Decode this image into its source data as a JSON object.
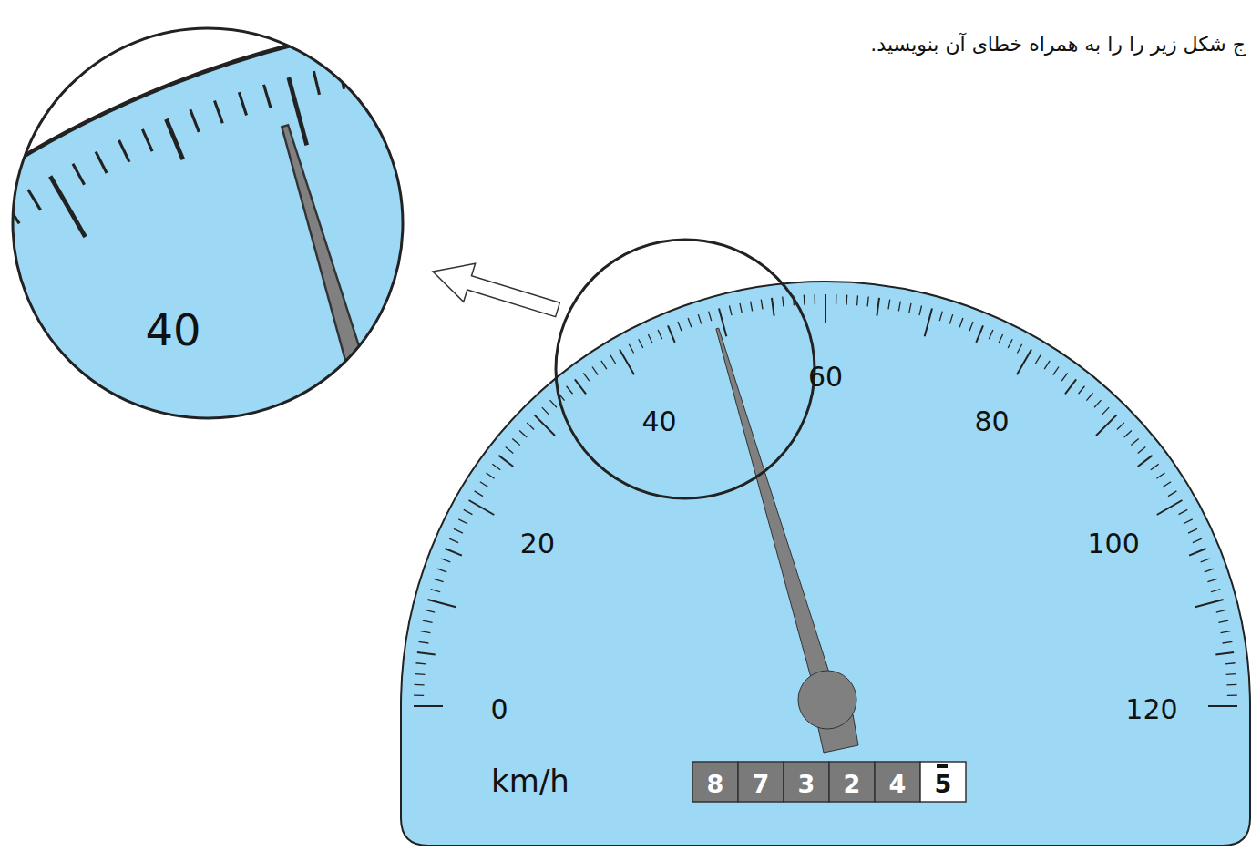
{
  "diagram": {
    "labels": [
      "ج شکل زیر را را به همراه خطای آن بنویسید.",
      "40",
      "0",
      "20",
      "40",
      "60",
      "80",
      "100",
      "120",
      "km/h",
      "8",
      "7",
      "3",
      "2",
      "4",
      "5"
    ]
  }
}
